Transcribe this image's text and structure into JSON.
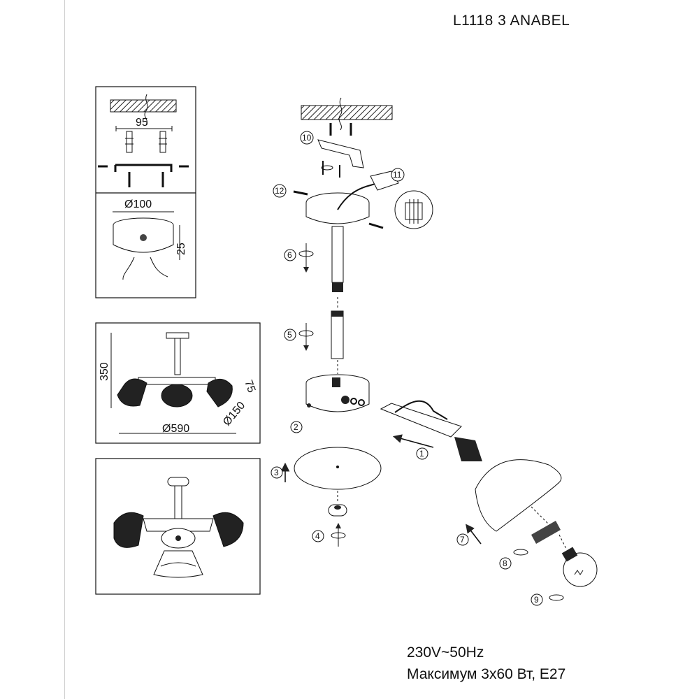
{
  "header": {
    "model": "L1118 3 ANABEL"
  },
  "specs": {
    "voltage": "230V~50Hz",
    "max_power": "Максимум 3x60 Вт, E27"
  },
  "dimensions": {
    "bracket_width": "95",
    "canopy_diameter": "Ø100",
    "canopy_height": "25",
    "total_height": "350",
    "shade_depth": "75",
    "shade_diameter": "Ø150",
    "total_width": "Ø590"
  },
  "steps": [
    "1",
    "2",
    "3",
    "4",
    "5",
    "6",
    "7",
    "8",
    "9",
    "10",
    "11",
    "12"
  ]
}
